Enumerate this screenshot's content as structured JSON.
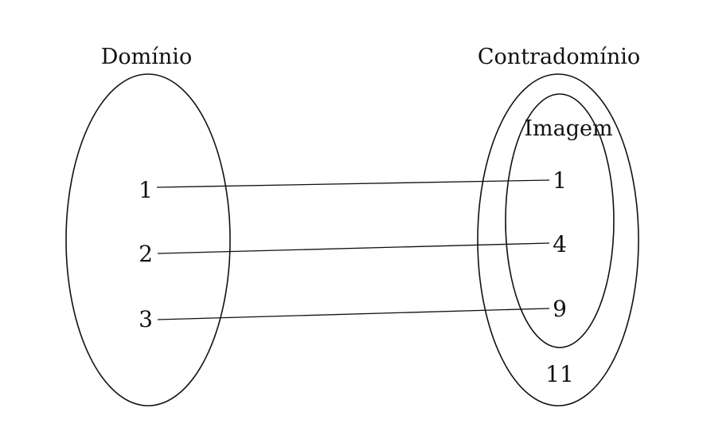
{
  "domain_set": {
    "title": "Domínio",
    "elements": [
      "1",
      "2",
      "3"
    ]
  },
  "codomain_set": {
    "title": "Contradomínio",
    "image_title": "Imagem",
    "image_elements": [
      "1",
      "4",
      "9"
    ],
    "other_elements": [
      "11"
    ]
  },
  "mappings": [
    {
      "from": "1",
      "to": "1"
    },
    {
      "from": "2",
      "to": "4"
    },
    {
      "from": "3",
      "to": "9"
    }
  ],
  "colors": {
    "stroke": "#111111",
    "background": "#ffffff"
  }
}
